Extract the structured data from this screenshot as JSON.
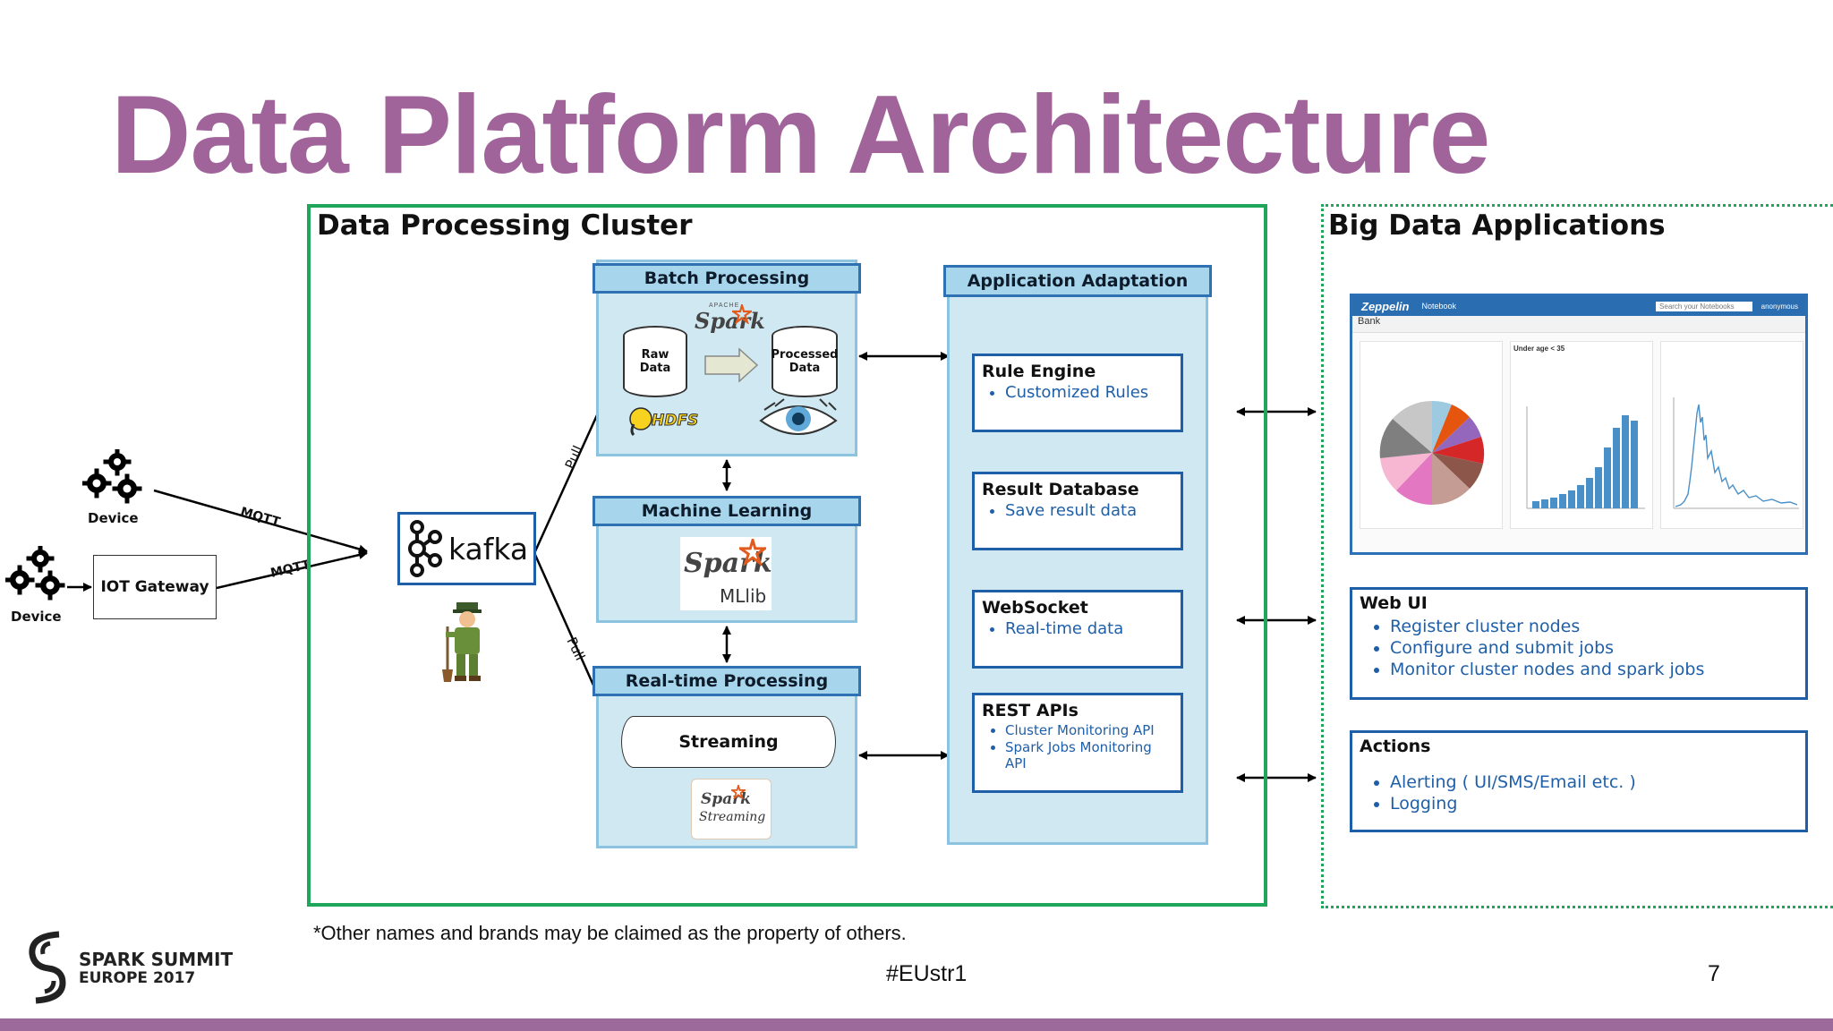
{
  "slide": {
    "title": "Data Platform Architecture",
    "footnote": "*Other names and brands may be claimed as the property of others.",
    "hashtag": "#EUstr1",
    "page_number": "7",
    "bar_color": "#9c6b9b",
    "title_color": "#a0649a"
  },
  "logo": {
    "line1": "SPARK SUMMIT",
    "line2": "EUROPE 2017"
  },
  "cluster": {
    "title": "Data Processing Cluster",
    "border_color": "#1fa65a",
    "batch": {
      "header": "Batch Processing",
      "raw": "Raw Data",
      "processed": "Processed Data",
      "spark_label": "Spark",
      "apache_label": "APACHE",
      "hdfs_label": "HDFS"
    },
    "ml": {
      "header": "Machine Learning",
      "spark_label": "Spark",
      "mllib_label": "MLlib"
    },
    "realtime": {
      "header": "Real-time Processing",
      "streaming": "Streaming",
      "spark_label": "Spark",
      "spark_sub": "Streaming"
    },
    "app_adapt": {
      "header": "Application Adaptation",
      "boxes": [
        {
          "title": "Rule Engine",
          "items": [
            "Customized Rules"
          ]
        },
        {
          "title": "Result Database",
          "items": [
            "Save result data"
          ]
        },
        {
          "title": "WebSocket",
          "items": [
            "Real-time data"
          ]
        },
        {
          "title": "REST APIs",
          "items": [
            "Cluster Monitoring API",
            "Spark Jobs Monitoring API"
          ]
        }
      ]
    },
    "kafka_label": "kafka",
    "pull_label_1": "Pull",
    "pull_label_2": "Pull"
  },
  "ingest": {
    "device_top": "Device",
    "device_bottom": "Device",
    "gateway": "IOT Gateway",
    "mqtt_1": "MQTT",
    "mqtt_2": "MQTT"
  },
  "apps": {
    "title": "Big Data Applications",
    "zeppelin": {
      "brand": "Zeppelin",
      "menu": "Notebook",
      "search_placeholder": "Search your Notebooks",
      "user": "anonymous",
      "note_name": "Bank",
      "panel_titles": [
        "Under age < 35"
      ]
    },
    "web_ui": {
      "title": "Web UI",
      "items": [
        "Register cluster nodes",
        "Configure and submit jobs",
        "Monitor cluster nodes and spark jobs"
      ]
    },
    "actions": {
      "title": "Actions",
      "items": [
        "Alerting ( UI/SMS/Email etc. )",
        "Logging"
      ]
    }
  }
}
